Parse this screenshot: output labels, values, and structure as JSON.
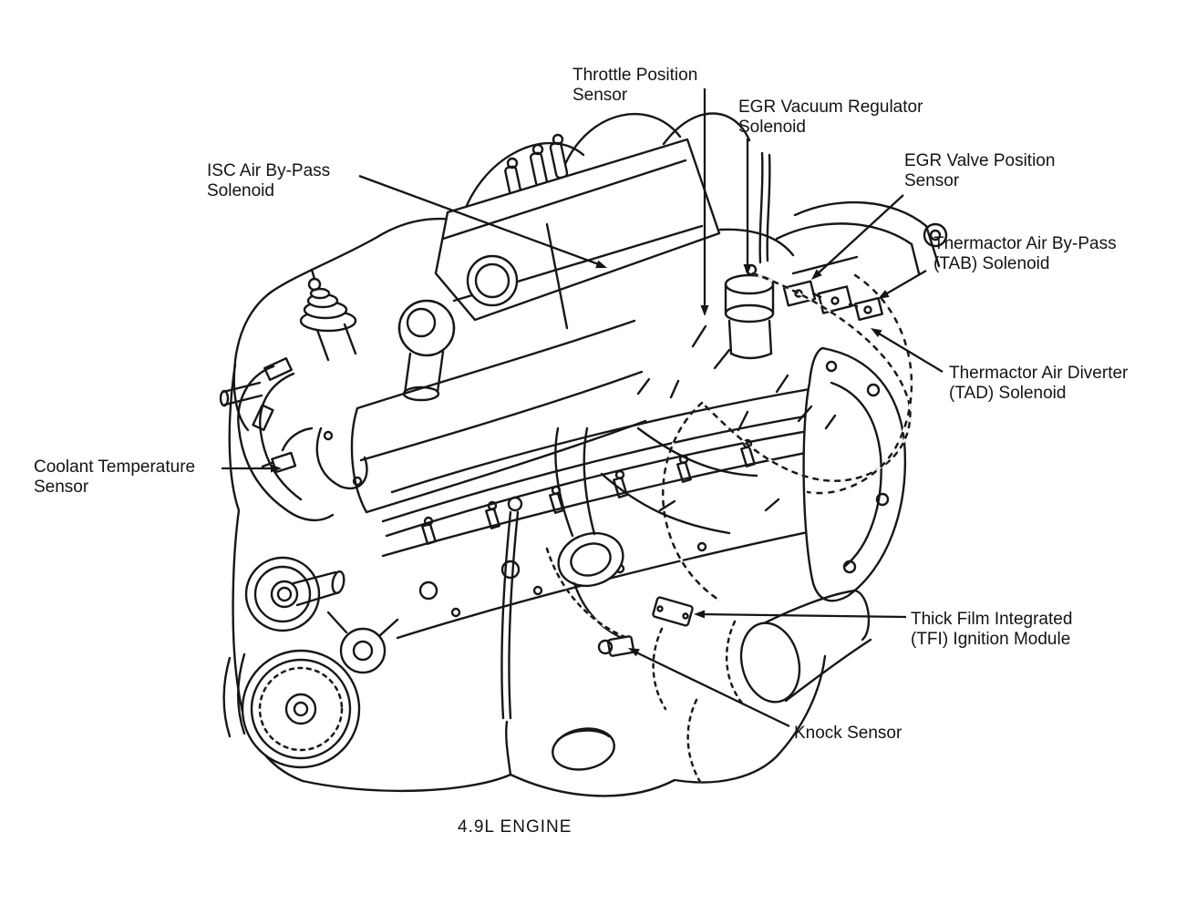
{
  "page": {
    "background": "#ffffff",
    "ink": "#171717"
  },
  "diagram": {
    "caption": "4.9L ENGINE",
    "labels": [
      {
        "name": "throttle-position-sensor",
        "lines": [
          "Throttle Position",
          "Sensor"
        ]
      },
      {
        "name": "egr-vacuum-regulator-solenoid",
        "lines": [
          "EGR Vacuum Regulator",
          "Solenoid"
        ]
      },
      {
        "name": "egr-valve-position-sensor",
        "lines": [
          "EGR Valve Position",
          "Sensor"
        ]
      },
      {
        "name": "thermactor-air-bypass-solenoid",
        "lines": [
          "Thermactor Air By-Pass",
          "(TAB) Solenoid"
        ]
      },
      {
        "name": "thermactor-air-diverter-solenoid",
        "lines": [
          "Thermactor Air Diverter",
          "(TAD) Solenoid"
        ]
      },
      {
        "name": "isc-air-bypass-solenoid",
        "lines": [
          "ISC Air By-Pass",
          "Solenoid"
        ]
      },
      {
        "name": "coolant-temperature-sensor",
        "lines": [
          "Coolant Temperature",
          "Sensor"
        ]
      },
      {
        "name": "tfi-ignition-module",
        "lines": [
          "Thick Film Integrated",
          "(TFI) Ignition Module"
        ]
      },
      {
        "name": "knock-sensor",
        "lines": [
          "Knock Sensor"
        ]
      }
    ]
  }
}
